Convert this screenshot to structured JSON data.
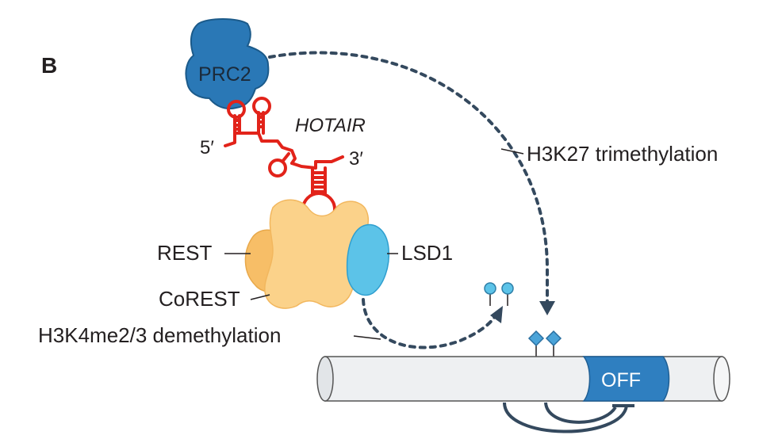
{
  "panel_label": "B",
  "complexes": {
    "prc2": "PRC2",
    "rest": "REST",
    "corest": "CoREST",
    "lsd1": "LSD1"
  },
  "rna": {
    "name": "HOTAIR",
    "five_prime": "5′",
    "three_prime": "3′"
  },
  "processes": {
    "h3k27": "H3K27 trimethylation",
    "h3k4": "H3K4me2/3 demethylation"
  },
  "gene_state": "OFF",
  "colors": {
    "prc2": "#2a78b6",
    "rna": "#e2231a",
    "complex_orange": "#fbd28a",
    "lsd1": "#5cc3e8",
    "arrows": "#34495e",
    "marks": "#4aa3d8",
    "chromatin": "#eef0f2",
    "off_region": "#2f7fc0"
  }
}
